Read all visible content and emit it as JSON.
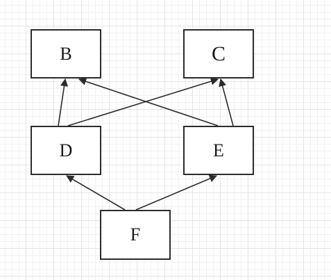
{
  "diagram": {
    "nodes": [
      {
        "id": "B",
        "label": "B"
      },
      {
        "id": "C",
        "label": "C"
      },
      {
        "id": "D",
        "label": "D"
      },
      {
        "id": "E",
        "label": "E"
      },
      {
        "id": "F",
        "label": "F"
      }
    ],
    "edges": [
      {
        "from": "D",
        "to": "B"
      },
      {
        "from": "D",
        "to": "C"
      },
      {
        "from": "E",
        "to": "B"
      },
      {
        "from": "E",
        "to": "C"
      },
      {
        "from": "F",
        "to": "D"
      },
      {
        "from": "F",
        "to": "E"
      }
    ],
    "colors": {
      "stroke": "#2b2b2b",
      "text": "#1a1a1a",
      "background": "#ffffff",
      "grid": "#e4e4e4"
    }
  }
}
